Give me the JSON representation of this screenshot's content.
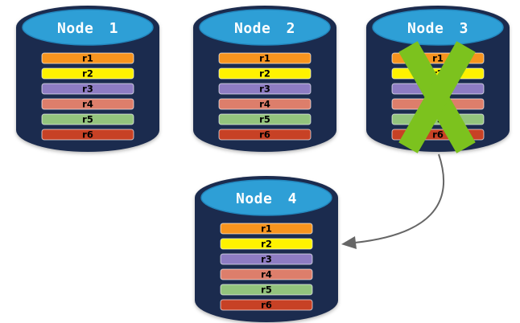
{
  "colors": {
    "cylinder_body": "#1B2B4E",
    "cylinder_top": "#2E9FD6",
    "failure_cross": "#7CC21E",
    "arrow": "#666666"
  },
  "records": [
    {
      "label": "r1",
      "color": "#F7941E"
    },
    {
      "label": "r2",
      "color": "#FFF200"
    },
    {
      "label": "r3",
      "color": "#8E7CC3"
    },
    {
      "label": "r4",
      "color": "#DD7E6B"
    },
    {
      "label": "r5",
      "color": "#93C47D"
    },
    {
      "label": "r6",
      "color": "#C74125"
    }
  ],
  "nodes": [
    {
      "label": "Node 1",
      "failed": false
    },
    {
      "label": "Node 2",
      "failed": false
    },
    {
      "label": "Node 3",
      "failed": true
    },
    {
      "label": "Node 4",
      "failed": false
    }
  ],
  "arrow": {
    "from_node": "Node 3",
    "to_node": "Node 4"
  }
}
